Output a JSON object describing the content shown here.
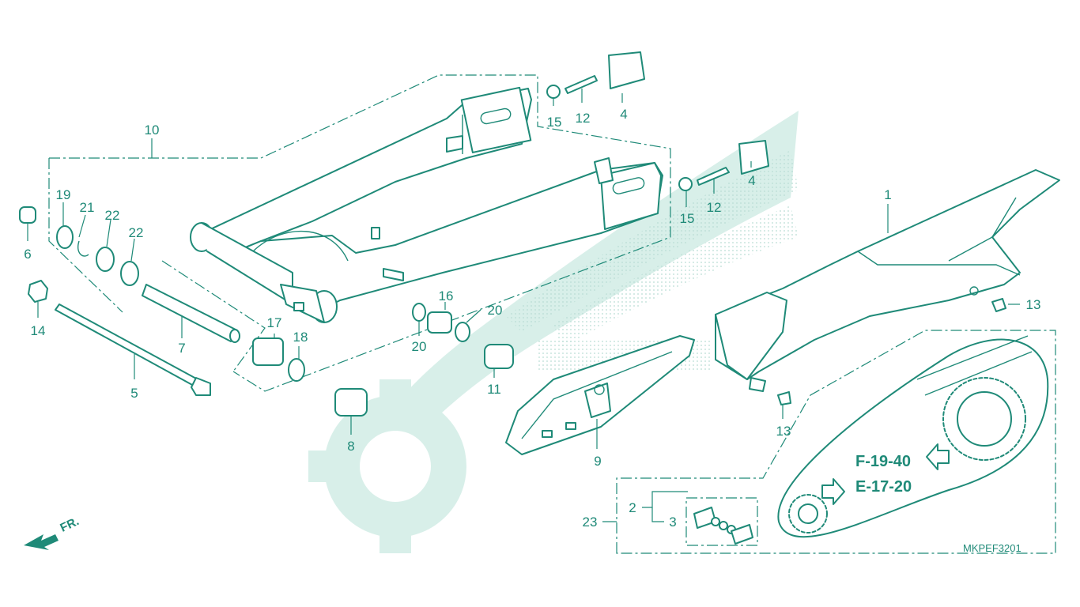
{
  "diagram_code": "MKPEF3201",
  "direction_label": "FR.",
  "references": {
    "ref_a": "F-19-40",
    "ref_b": "E-17-20"
  },
  "callouts": {
    "c1": "1",
    "c2": "2",
    "c3": "3",
    "c4a": "4",
    "c4b": "4",
    "c5": "5",
    "c6": "6",
    "c7": "7",
    "c8": "8",
    "c9": "9",
    "c10": "10",
    "c11": "11",
    "c12a": "12",
    "c12b": "12",
    "c13a": "13",
    "c13b": "13",
    "c14": "14",
    "c15a": "15",
    "c15b": "15",
    "c16": "16",
    "c17": "17",
    "c18": "18",
    "c19": "19",
    "c20a": "20",
    "c20b": "20",
    "c21": "21",
    "c22a": "22",
    "c22b": "22",
    "c23": "23"
  },
  "colors": {
    "line": "#1f8a78",
    "watermark": "#d8efe9",
    "background": "#ffffff"
  }
}
